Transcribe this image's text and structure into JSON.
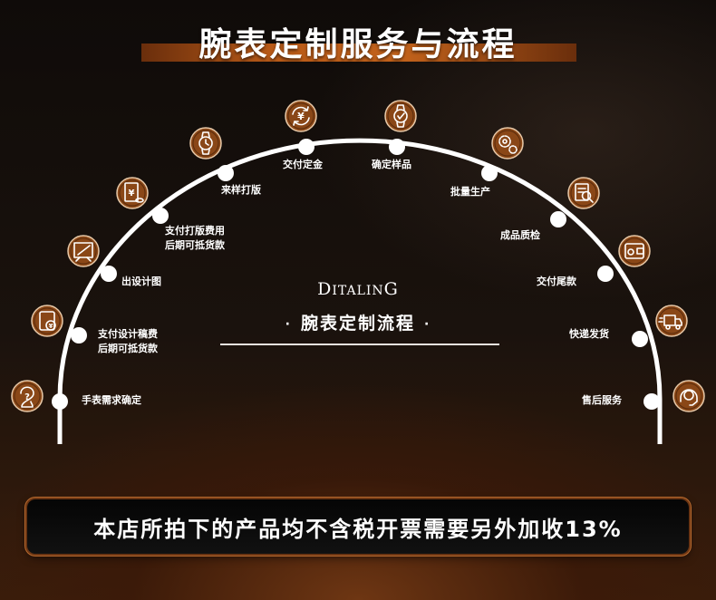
{
  "title": "腕表定制服务与流程",
  "brand": {
    "cap1": "D",
    "small": "ITALIN",
    "cap2": "G"
  },
  "center_title": "腕表定制流程",
  "center_dot": "·",
  "steps": [
    {
      "label": "手表需求确定",
      "icon": "question-icon"
    },
    {
      "label": "支付设计稿费\n后期可抵货款",
      "icon": "invoice-yen-icon"
    },
    {
      "label": "出设计图",
      "icon": "drawing-board-icon"
    },
    {
      "label": "支付打版费用\n后期可抵货款",
      "icon": "yen-receipt-icon"
    },
    {
      "label": "来样打版",
      "icon": "watch-icon"
    },
    {
      "label": "交付定金",
      "icon": "yen-exchange-icon"
    },
    {
      "label": "确定样品",
      "icon": "watch-check-icon"
    },
    {
      "label": "批量生产",
      "icon": "gears-icon"
    },
    {
      "label": "成品质检",
      "icon": "inspection-icon"
    },
    {
      "label": "交付尾款",
      "icon": "wallet-icon"
    },
    {
      "label": "快递发货",
      "icon": "delivery-truck-icon"
    },
    {
      "label": "售后服务",
      "icon": "headset-icon"
    }
  ],
  "banner": "本店所拍下的产品均不含税开票需要另外加收13%",
  "colors": {
    "accent": "#b85a18",
    "icon_fill": "#8a4717",
    "background": "#120d0a",
    "arc": "#ffffff"
  }
}
